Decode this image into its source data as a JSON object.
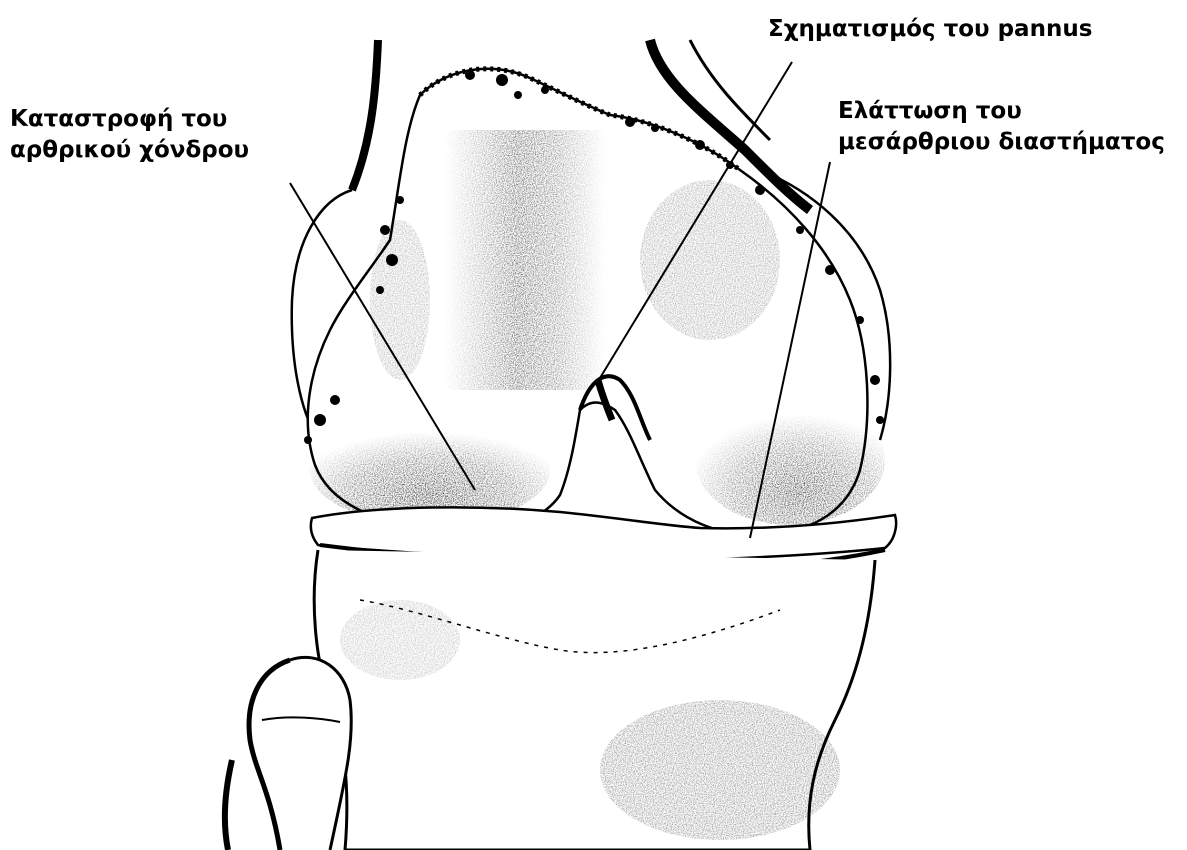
{
  "labels": {
    "cartilage_destruction": {
      "line1": "Καταστροφή του",
      "line2": "αρθρικού χόνδρου"
    },
    "pannus_formation": {
      "line1": "Σχηματισμός του pannus"
    },
    "joint_space_narrowing": {
      "line1": "Ελάττωση του",
      "line2": "μεσάρθριου διαστήματος"
    }
  },
  "colors": {
    "ink": "#000000",
    "background": "#ffffff",
    "shade": "#2a2a2a"
  }
}
